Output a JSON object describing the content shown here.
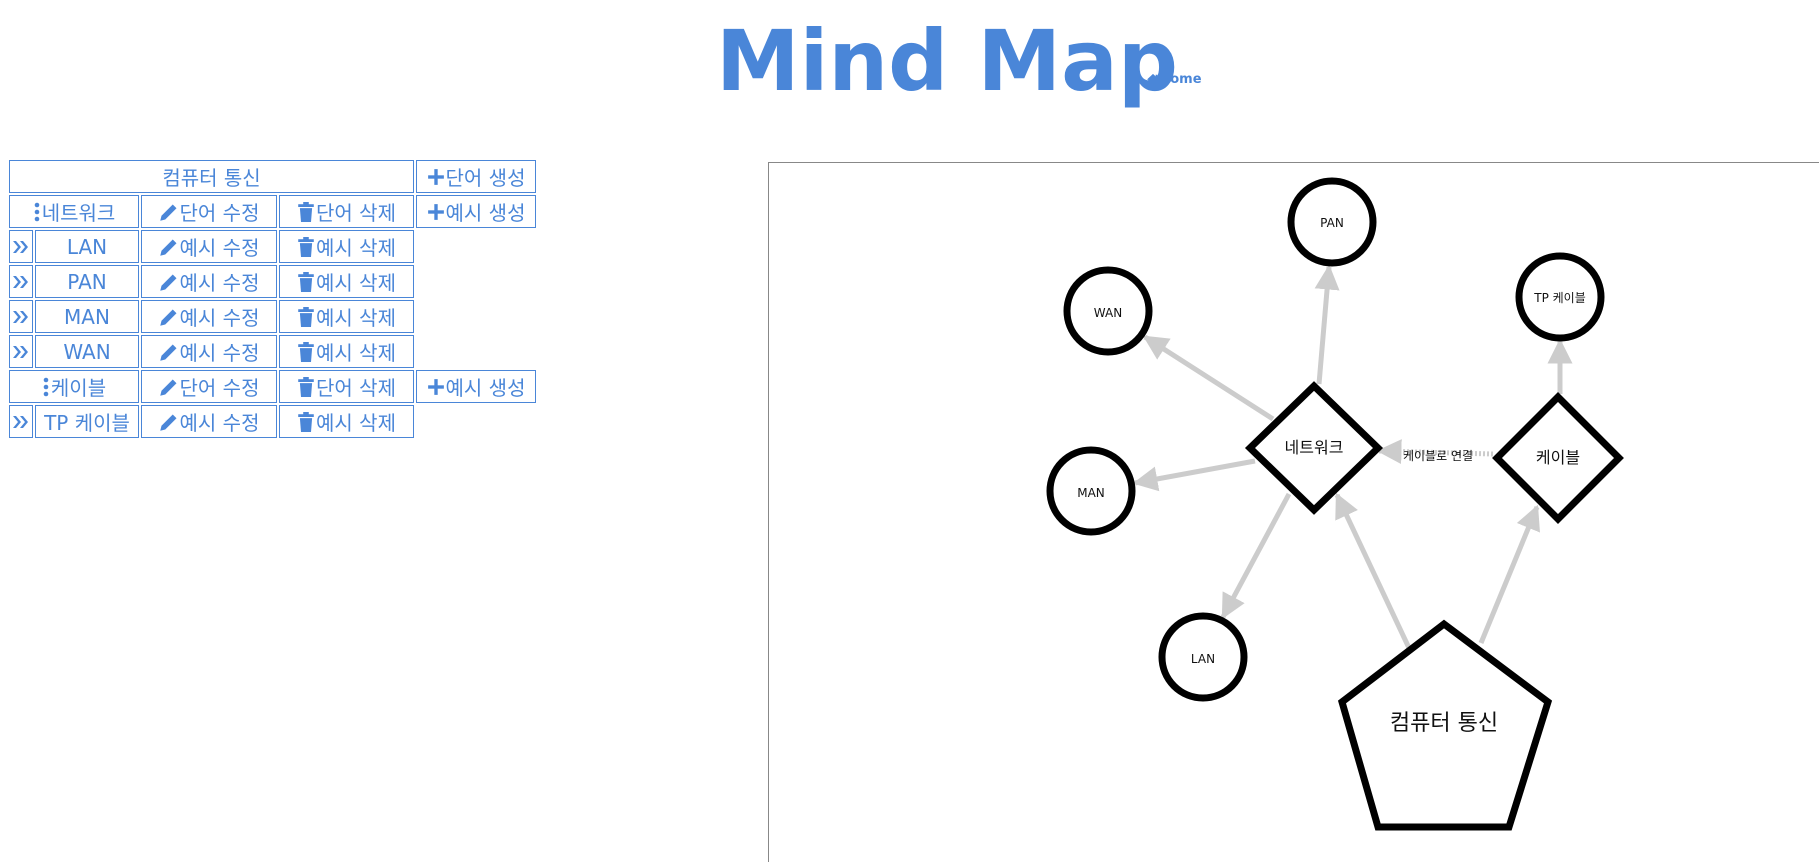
{
  "header": {
    "title": "Mind Map",
    "home_label": "home"
  },
  "panel": {
    "root_word": "컴퓨터 통신",
    "create_word_label": "단어 생성",
    "create_example_label": "예시 생성",
    "edit_word_label": "단어 수정",
    "delete_word_label": "단어 삭제",
    "edit_example_label": "예시 수정",
    "delete_example_label": "예시 삭제",
    "words": [
      {
        "label": "네트워크",
        "examples": [
          "LAN",
          "PAN",
          "MAN",
          "WAN"
        ]
      },
      {
        "label": "케이블",
        "examples": [
          "TP 케이블"
        ]
      }
    ]
  },
  "mindmap": {
    "root": "컴퓨터 통신",
    "words": [
      "네트워크",
      "케이블"
    ],
    "examples": [
      "PAN",
      "WAN",
      "MAN",
      "LAN",
      "TP 케이블"
    ],
    "link_label": "케이블로 연결",
    "colors": {
      "accent": "#4a86d8",
      "edge": "#cccccc",
      "node_stroke": "#000000"
    }
  }
}
